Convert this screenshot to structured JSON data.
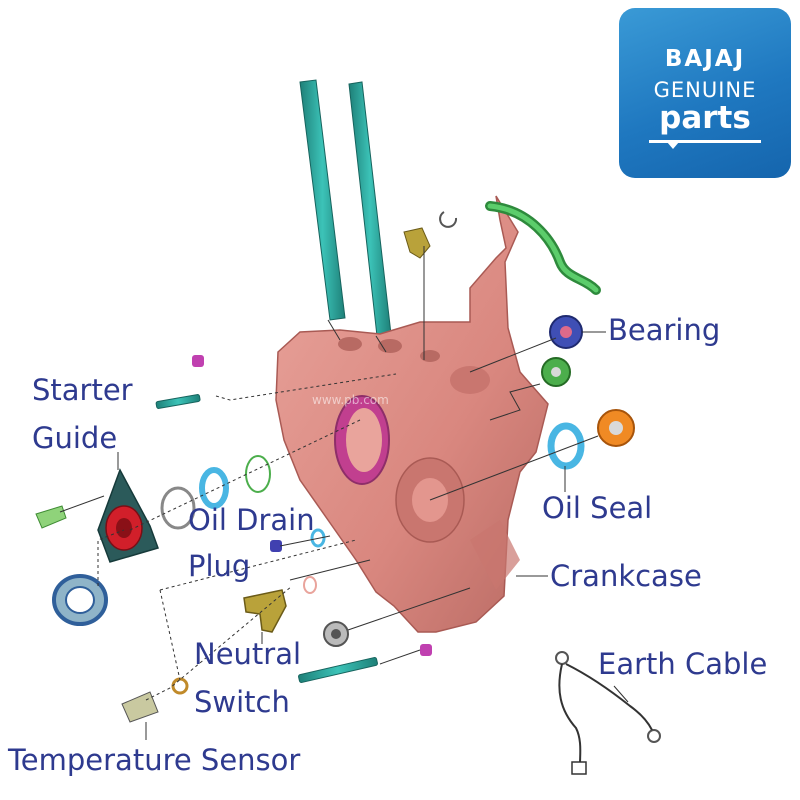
{
  "logo": {
    "brand": "BAJAJ",
    "genuine": "GENUINE",
    "parts": "parts"
  },
  "labels": {
    "bearing": "Bearing",
    "starter_guide_1": "Starter",
    "starter_guide_2": "Guide",
    "oil_seal": "Oil Seal",
    "oil_drain_1": "Oil Drain",
    "oil_drain_2": "Plug",
    "crankcase": "Crankcase",
    "neutral_1": "Neutral",
    "neutral_2": "Switch",
    "earth_cable": "Earth Cable",
    "temperature_sensor": "Temperature Sensor"
  },
  "colors": {
    "label_text": "#2e3a8f",
    "crankcase": "#d9877f",
    "stud": "#2aa39a",
    "bearing_blue": "#3f4fb5",
    "bearing_green": "#4cae4c",
    "bearing_orange": "#f08a24",
    "seal_cyan": "#49b6e3",
    "pipe_green": "#3aa84a",
    "logo_blue": "#1f78c0"
  }
}
